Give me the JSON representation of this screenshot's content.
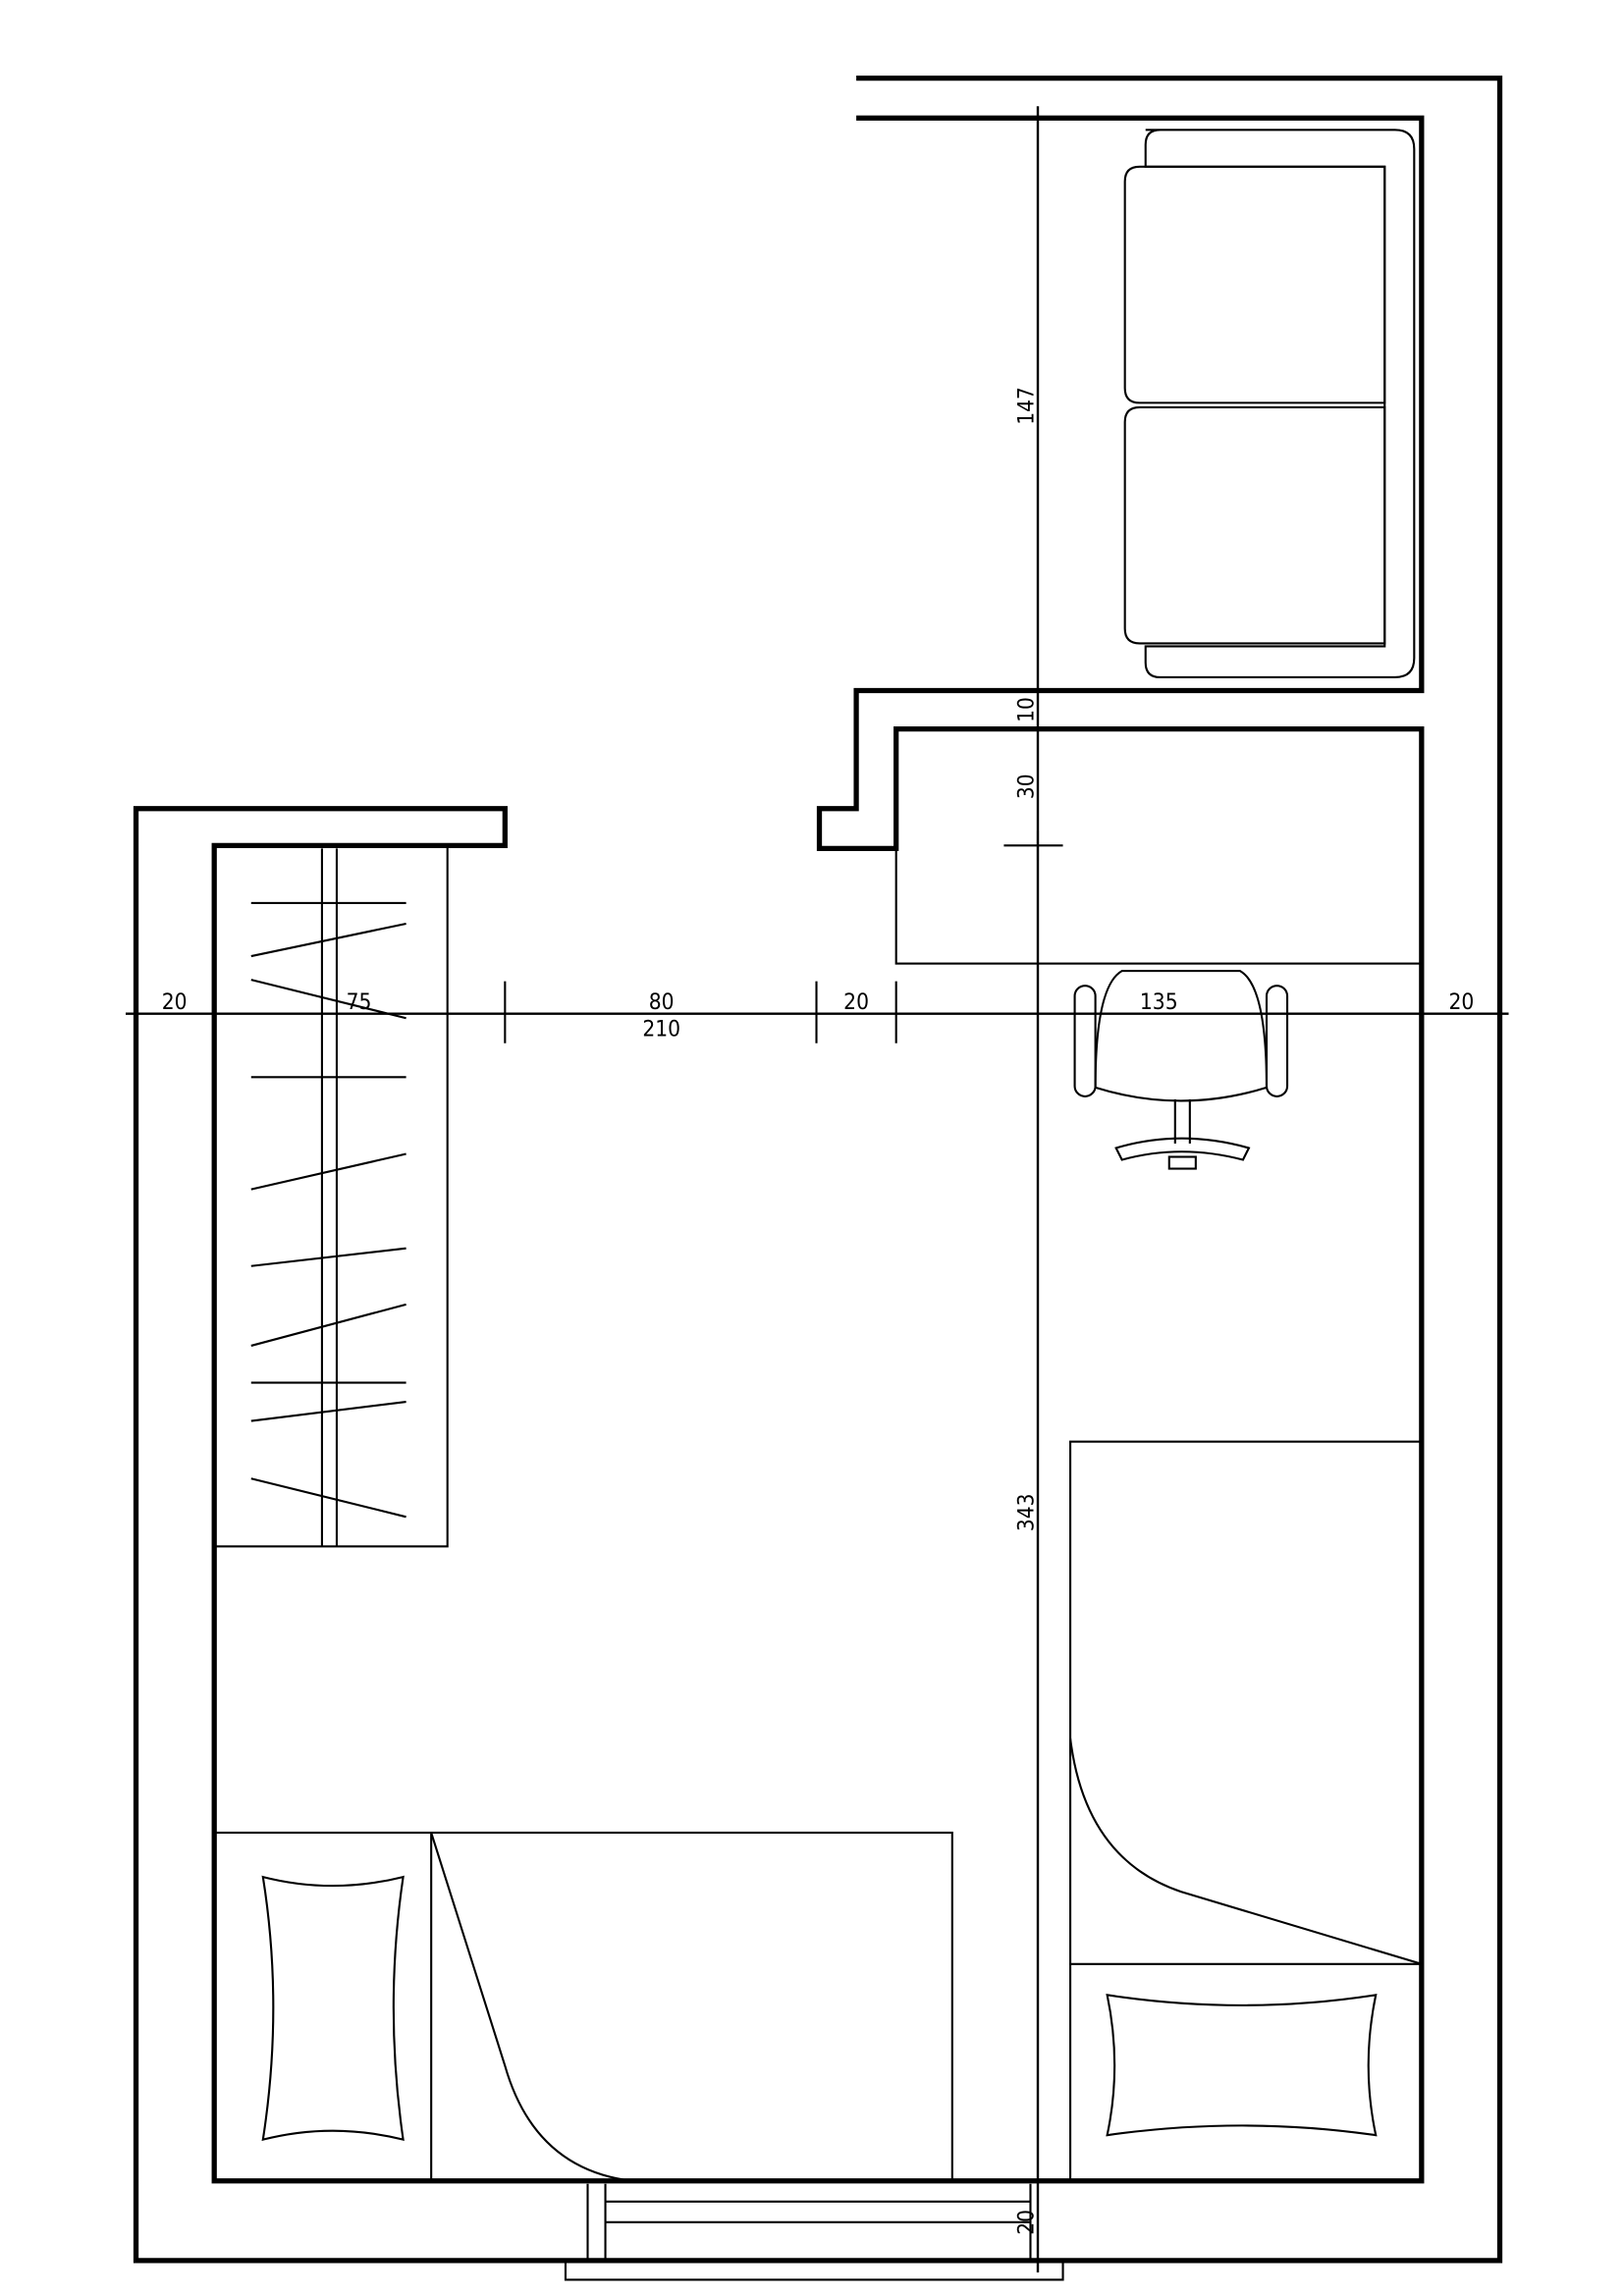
{
  "drawing": {
    "title": "Room floor plan",
    "horizontal_dimensions": [
      "20",
      "75",
      "80",
      "20",
      "135",
      "20"
    ],
    "horizontal_total": "210",
    "vertical_dimensions": [
      "147",
      "10",
      "30",
      "343",
      "20"
    ]
  }
}
